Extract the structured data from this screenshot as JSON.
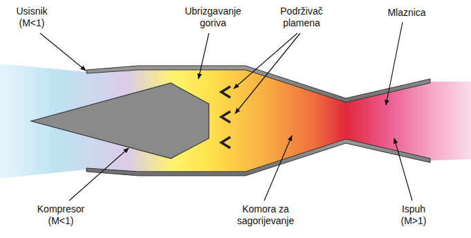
{
  "diagram": {
    "labels": [
      "Usisnik (M<1)",
      "Ubrizgavanje goriva",
      "Podrživač plamena",
      "Mlaznica",
      "Kompresor (M<1)",
      "Komora za sagorijevanje",
      "Ispuh (M>1)"
    ]
  }
}
